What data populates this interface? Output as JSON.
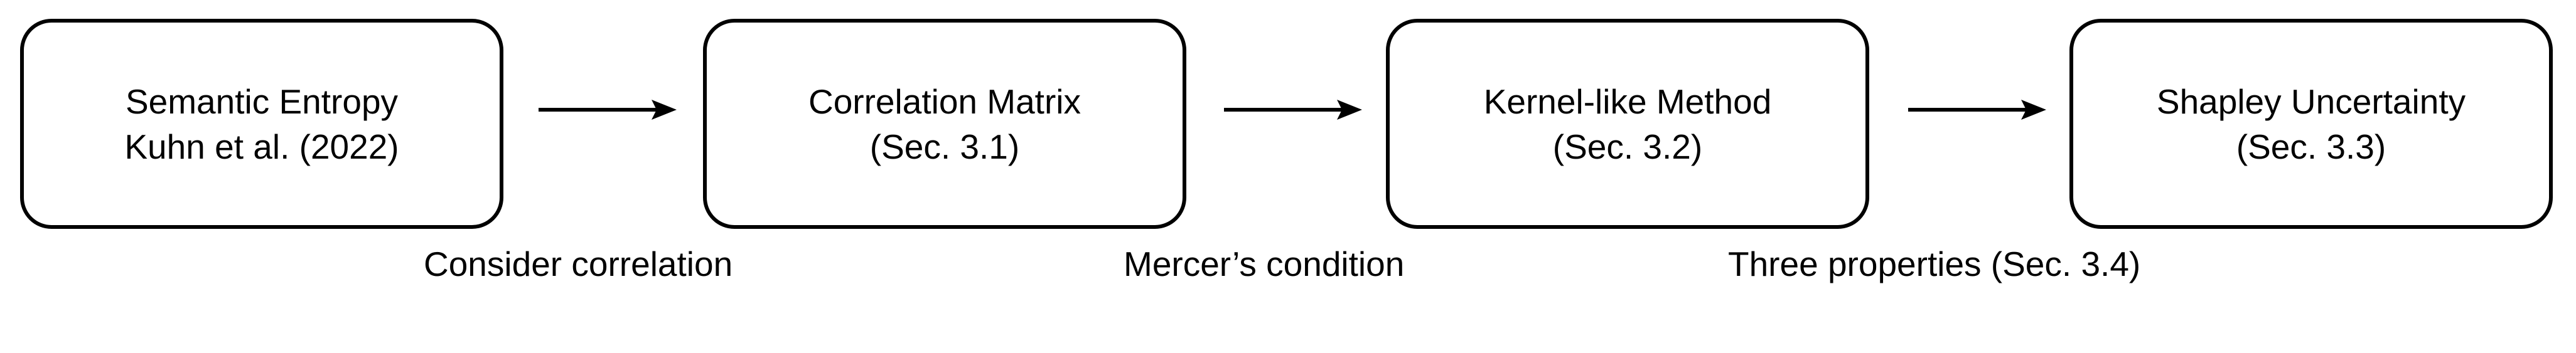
{
  "nodes": [
    {
      "line1": "Semantic Entropy",
      "line2": "Kuhn et al. (2022)"
    },
    {
      "line1": "Correlation Matrix",
      "line2": "(Sec. 3.1)"
    },
    {
      "line1": "Kernel-like Method",
      "line2": "(Sec. 3.2)"
    },
    {
      "line1": "Shapley Uncertainty",
      "line2": "(Sec. 3.3)"
    }
  ],
  "captions": [
    "Consider correlation",
    "Mercer’s condition",
    "Three properties (Sec. 3.4)"
  ],
  "colors": {
    "stroke": "#000000",
    "background": "#ffffff"
  }
}
